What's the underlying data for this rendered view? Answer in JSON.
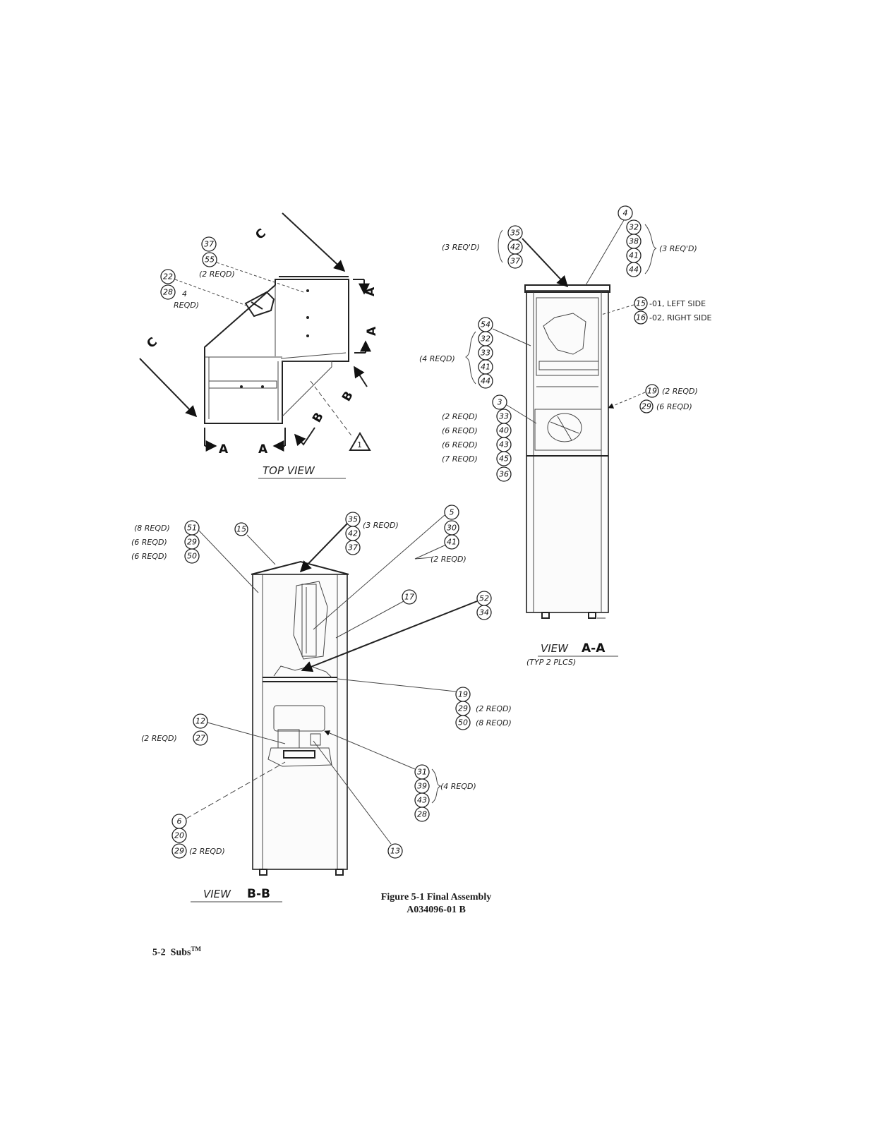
{
  "figure": {
    "title": "Figure 5-1   Final Assembly",
    "number": "A034096-01   B"
  },
  "footer": {
    "page": "5-2",
    "product": "Subs",
    "mark": "TM"
  },
  "views": {
    "top": {
      "title": "TOP VIEW",
      "section_marks": [
        "A",
        "A",
        "A",
        "A",
        "B",
        "B",
        "C",
        "C"
      ],
      "balloons": [
        "37",
        "55",
        "22",
        "28",
        "1"
      ],
      "notes": [
        "(2 REQD)",
        "4",
        "REQD)"
      ]
    },
    "aa": {
      "title": "VIEW",
      "letters": "A-A",
      "subtitle": "(TYP 2 PLCS)",
      "balloons_top_left": [
        "35",
        "42",
        "37"
      ],
      "balloons_top_right": [
        "4",
        "32",
        "38",
        "41",
        "44"
      ],
      "note_top_left": "(3 REQ'D)",
      "note_top_right": "(3 REQ'D)",
      "side_balloons": [
        "15",
        "16"
      ],
      "side_notes": [
        "-01, LEFT SIDE",
        "-02, RIGHT SIDE"
      ],
      "left_balloons": [
        "54",
        "32",
        "33",
        "41",
        "44"
      ],
      "left_note": "(4 REQD)",
      "lower_balloons": [
        "3",
        "33",
        "40",
        "43",
        "45",
        "36"
      ],
      "lower_notes": [
        "(2 REQD)",
        "(6 REQD)",
        "(6 REQD)",
        "(7 REQD)"
      ],
      "right_balloons": [
        "19",
        "29"
      ],
      "right_notes": [
        "(2 REQD)",
        "(6 REQD)"
      ]
    },
    "bb": {
      "title": "VIEW",
      "letters": "B-B",
      "top_left_balloons": [
        "51",
        "29",
        "50"
      ],
      "top_left_notes": [
        "(8 REQD)",
        "(6 REQD)",
        "(6 REQD)"
      ],
      "balloons_top": [
        "15",
        "35",
        "42",
        "37",
        "5",
        "30",
        "41"
      ],
      "note_top": "(3 REQD)",
      "note_right": "(2 REQD)",
      "balloons_mid": [
        "17",
        "52",
        "34"
      ],
      "balloons_shelf": [
        "19",
        "29",
        "50"
      ],
      "shelf_notes": [
        "(2 REQD)",
        "(8 REQD)"
      ],
      "balloons_left": [
        "12",
        "27"
      ],
      "left_note": "(2 REQD)",
      "balloons_lower_right": [
        "31",
        "39",
        "43",
        "28"
      ],
      "lower_right_note": "(4 REQD)",
      "balloons_bottom": [
        "6",
        "20",
        "29",
        "13"
      ],
      "bottom_note": "(2 REQD)"
    }
  }
}
